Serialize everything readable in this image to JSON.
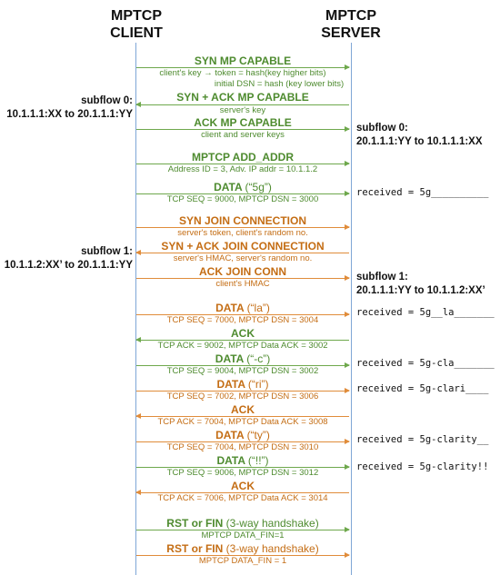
{
  "headers": {
    "client_line1": "MPTCP",
    "client_line2": "CLIENT",
    "server_line1": "MPTCP",
    "server_line2": "SERVER"
  },
  "messages": [
    {
      "title": "SYN MP CAPABLE",
      "notes": [
        "client's key → token = hash(key higher bits)",
        "initial DSN = hash (key lower bits)"
      ],
      "direction": "right",
      "color": "green"
    },
    {
      "title": "SYN + ACK MP CAPABLE",
      "notes": [
        "server's key"
      ],
      "direction": "left",
      "color": "green"
    },
    {
      "title": "ACK MP CAPABLE",
      "notes": [
        "client and server keys"
      ],
      "direction": "right",
      "color": "green"
    },
    {
      "title": "MPTCP ADD_ADDR",
      "notes": [
        "Address ID = 3, Adv. IP addr = 10.1.1.2"
      ],
      "direction": "right",
      "color": "green"
    },
    {
      "title": "DATA",
      "payload": "(“5g”)",
      "notes": [
        "TCP SEQ = 9000, MPTCP DSN = 3000"
      ],
      "direction": "right",
      "color": "green"
    },
    {
      "title": "SYN JOIN CONNECTION",
      "notes": [
        "server's token, client's random no."
      ],
      "direction": "right",
      "color": "orange"
    },
    {
      "title": "SYN + ACK JOIN CONNECTION",
      "notes": [
        "server's HMAC, server's random no."
      ],
      "direction": "left",
      "color": "orange"
    },
    {
      "title": "ACK JOIN CONN",
      "notes": [
        "client's HMAC"
      ],
      "direction": "right",
      "color": "orange"
    },
    {
      "title": "DATA",
      "payload": "(“la”)",
      "notes": [
        "TCP SEQ = 7000, MPTCP DSN = 3004"
      ],
      "direction": "right",
      "color": "orange"
    },
    {
      "title": "ACK",
      "notes": [
        "TCP ACK = 9002, MPTCP Data ACK = 3002"
      ],
      "direction": "left",
      "color": "green"
    },
    {
      "title": "DATA",
      "payload": "(“-c”)",
      "notes": [
        "TCP SEQ = 9004, MPTCP DSN = 3002"
      ],
      "direction": "right",
      "color": "green"
    },
    {
      "title": "DATA",
      "payload": "(“ri”)",
      "notes": [
        "TCP SEQ = 7002, MPTCP DSN = 3006"
      ],
      "direction": "right",
      "color": "orange"
    },
    {
      "title": "ACK",
      "notes": [
        "TCP ACK = 7004, MPTCP Data ACK = 3008"
      ],
      "direction": "left",
      "color": "orange"
    },
    {
      "title": "DATA",
      "payload": "(“ty”)",
      "notes": [
        "TCP SEQ = 7004, MPTCP DSN = 3010"
      ],
      "direction": "right",
      "color": "orange"
    },
    {
      "title": "DATA",
      "payload": "(“!!”)",
      "notes": [
        "TCP SEQ = 9006, MPTCP DSN = 3012"
      ],
      "direction": "right",
      "color": "green"
    },
    {
      "title": "ACK",
      "notes": [
        "TCP ACK = 7006, MPTCP Data ACK = 3014"
      ],
      "direction": "left",
      "color": "orange"
    },
    {
      "title": "RST or FIN",
      "payload": "(3-way handshake)",
      "notes": [
        "MPTCP DATA_FIN=1"
      ],
      "direction": "right",
      "color": "green"
    },
    {
      "title": "RST or FIN",
      "payload": "(3-way handshake)",
      "notes": [
        "MPTCP DATA_FIN = 1"
      ],
      "direction": "right",
      "color": "orange"
    }
  ],
  "client_labels": [
    {
      "line1": "subflow 0:",
      "line2": "10.1.1.1:XX to 20.1.1.1:YY"
    },
    {
      "line1": "subflow 1:",
      "line2": "10.1.1.2:XX’ to 20.1.1.1:YY"
    }
  ],
  "server_labels": [
    {
      "line1": "subflow 0:",
      "line2": "20.1.1.1:YY to 10.1.1.1:XX"
    },
    {
      "line1": "subflow 1:",
      "line2": "20.1.1.1:YY to 10.1.1.2:XX’"
    }
  ],
  "received": [
    "received = 5g__________",
    "received = 5g__la_______",
    "received = 5g-cla_______",
    "received = 5g-clari____",
    "received = 5g-clarity__",
    "received = 5g-clarity!!"
  ],
  "colors": {
    "subflow0": "#4e8b2f",
    "subflow1": "#c46d14",
    "lifeline": "#7fa6d6"
  }
}
